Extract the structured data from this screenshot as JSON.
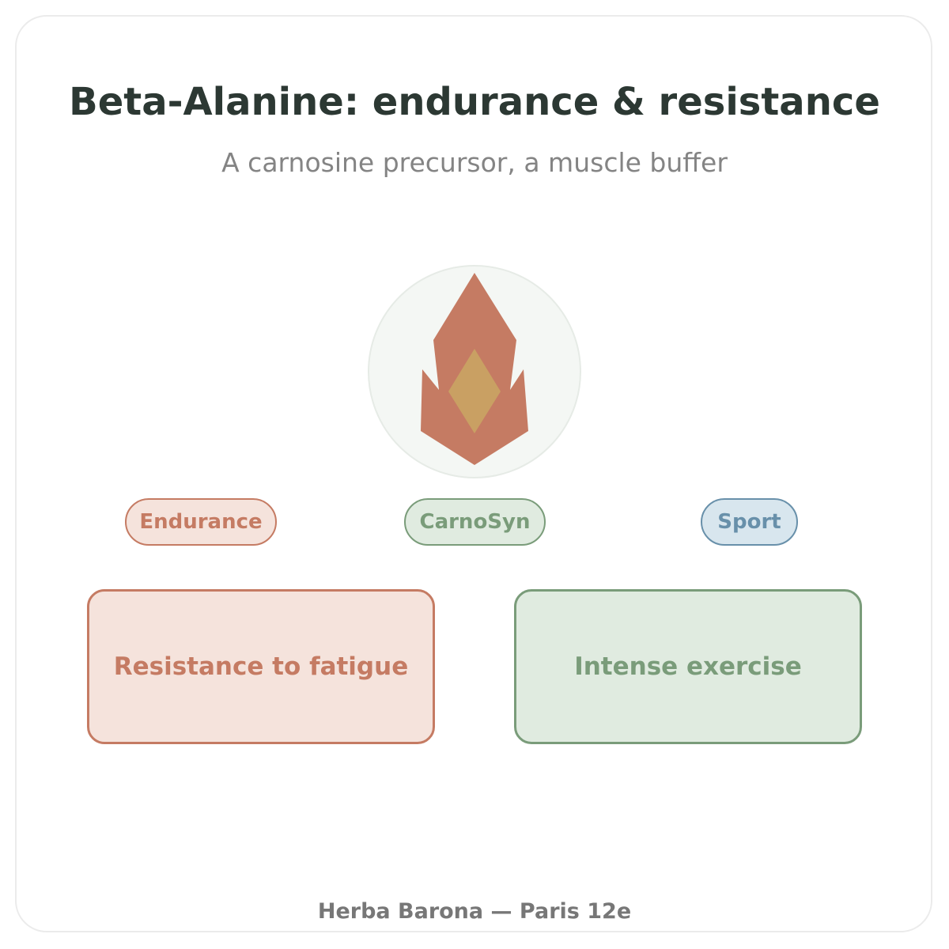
{
  "header": {
    "title": "Beta-Alanine: endurance & resistance",
    "subtitle": "A carnosine precursor, a muscle buffer"
  },
  "emblem": {
    "icon": "flame-icon",
    "colors": {
      "circle_fill": "#f4f7f4",
      "circle_stroke": "#e6ebe6",
      "flame": "#c57b63",
      "core": "#c9a063"
    }
  },
  "tags": [
    {
      "label": "Endurance",
      "color": "#c57b63"
    },
    {
      "label": "CarnoSyn",
      "color": "#7a9c7a"
    },
    {
      "label": "Sport",
      "color": "#6890aa"
    }
  ],
  "cards": [
    {
      "label": "Resistance to fatigue",
      "color": "#c57b63"
    },
    {
      "label": "Intense exercise",
      "color": "#7a9c7a"
    }
  ],
  "footer": {
    "text": "Herba Barona — Paris 12e"
  }
}
